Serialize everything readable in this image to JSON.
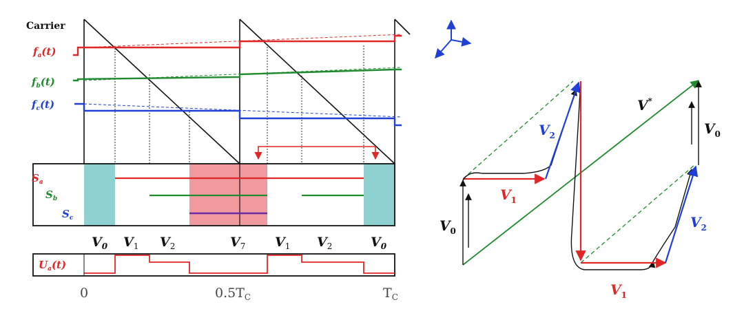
{
  "colors": {
    "red": "#e02626",
    "green": "#1f8a2e",
    "blue": "#1f3fd6",
    "black": "#111111",
    "teal": "#8fd1d1",
    "pink": "#f09a9f",
    "purple": "#6a2aa8"
  },
  "left_panel": {
    "carrier_label": "Carrier",
    "fa": {
      "sym": "f",
      "sub": "a",
      "arg": "(t)"
    },
    "fb": {
      "sym": "f",
      "sub": "b",
      "arg": "(t)"
    },
    "fc": {
      "sym": "f",
      "sub": "c",
      "arg": "(t)"
    },
    "sa": {
      "sym": "S",
      "sub": "a"
    },
    "sb": {
      "sym": "S",
      "sub": "b"
    },
    "sc": {
      "sym": "S",
      "sub": "c"
    },
    "ua": {
      "sym": "U",
      "sub": "a",
      "arg": "(t)"
    },
    "vectors": [
      {
        "sym": "V",
        "sub": "0"
      },
      {
        "sym": "V",
        "sub": "1"
      },
      {
        "sym": "V",
        "sub": "2"
      },
      {
        "sym": "V",
        "sub": "7"
      },
      {
        "sym": "V",
        "sub": "1"
      },
      {
        "sym": "V",
        "sub": "2"
      },
      {
        "sym": "V",
        "sub": "0"
      }
    ],
    "time_ticks": [
      "0",
      "0.5T",
      "T"
    ],
    "time_sub": "C"
  },
  "right_panel": {
    "v_star": {
      "sym": "V",
      "sup": "*"
    },
    "v2_top": {
      "sym": "V",
      "sub": "2"
    },
    "v1_mid": {
      "sym": "V",
      "sub": "1"
    },
    "v0_left": {
      "sym": "V",
      "sub": "0"
    },
    "v0_right": {
      "sym": "V",
      "sub": "0"
    },
    "v2_bottom": {
      "sym": "V",
      "sub": "2"
    },
    "v1_bottom": {
      "sym": "V",
      "sub": "1"
    }
  }
}
